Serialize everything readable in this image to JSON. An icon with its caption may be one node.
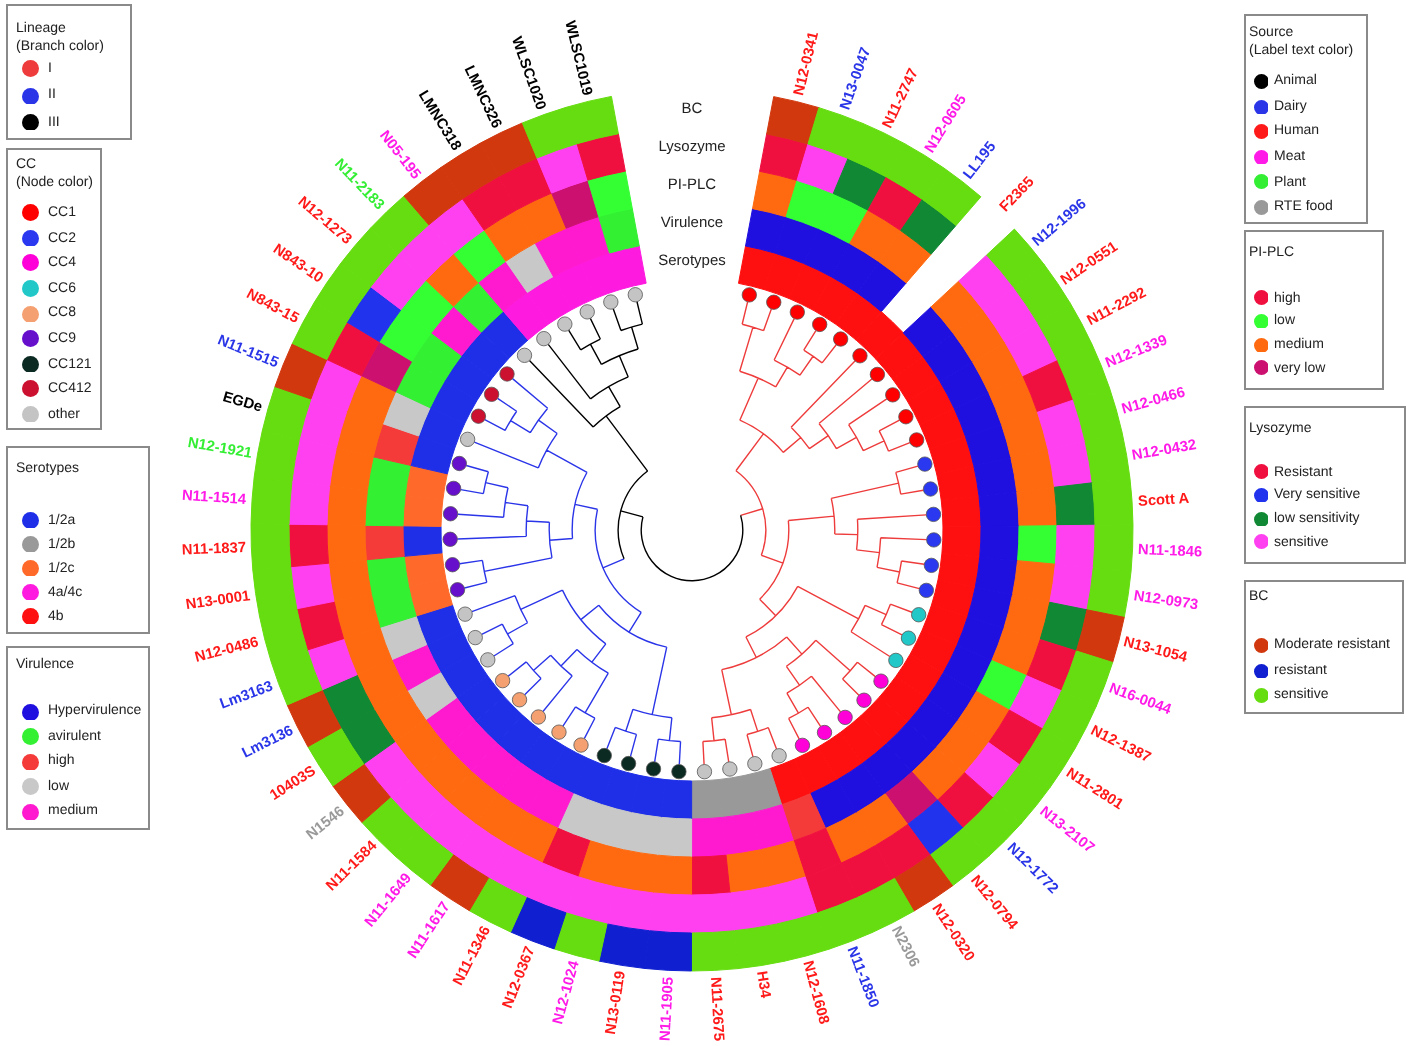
{
  "diagram": {
    "nodes": [
      {
        "text": [
          "Lineage",
          "(Branch color)"
        ]
      },
      {
        "text": [
          "CC",
          "(Node color)"
        ]
      },
      {
        "text": [
          "Serotypes"
        ]
      },
      {
        "text": [
          "Virulence"
        ]
      },
      {
        "text": [
          "Source",
          "(Label text color)"
        ]
      },
      {
        "text": [
          "PI-PLC"
        ]
      },
      {
        "text": [
          "Lysozyme"
        ]
      },
      {
        "text": [
          "BC"
        ]
      }
    ],
    "labels": [
      "BC",
      "Lysozyme",
      "PI-PLC",
      "Virulence",
      "Serotypes",
      "N12-0341",
      "N13-0047",
      "N11-2747",
      "N12-0605",
      "LL195",
      "F2365",
      "N12-1996",
      "N12-0551",
      "N11-2292",
      "N12-1339",
      "N12-0466",
      "N12-0432",
      "Scott A",
      "N11-1846",
      "N12-0973",
      "N13-1054",
      "N16-0044",
      "N12-1387",
      "N11-2801",
      "N13-2107",
      "N12-1772",
      "N12-0794",
      "N12-0320",
      "N2306",
      "N11-1850",
      "N12-1608",
      "H34",
      "N11-2675",
      "N11-1905",
      "N13-0119",
      "N12-1024",
      "N12-0367",
      "N11-1346",
      "N11-1617",
      "N11-1649",
      "N11-1584",
      "N1546",
      "10403S",
      "Lm3136",
      "Lm3163",
      "N12-0486",
      "N13-0001",
      "N11-1837",
      "N11-1514",
      "N12-1921",
      "EGDe",
      "N11-1515",
      "N843-15",
      "N843-10",
      "N12-1273",
      "N11-2183",
      "N05-195",
      "LMNC318",
      "LMNC326",
      "WLSC1020",
      "WLSC1019"
    ],
    "legend": [
      {
        "text": "I",
        "color": "#ee3b3b"
      },
      {
        "text": "II",
        "color": "#2b35e8"
      },
      {
        "text": "III",
        "color": "#000000"
      },
      {
        "text": "CC1",
        "color": "#ff0000"
      },
      {
        "text": "CC2",
        "color": "#2a38f0"
      },
      {
        "text": "CC4",
        "color": "#ff00d8"
      },
      {
        "text": "CC6",
        "color": "#22c8c8"
      },
      {
        "text": "CC8",
        "color": "#f4a070"
      },
      {
        "text": "CC9",
        "color": "#6610cc"
      },
      {
        "text": "CC121",
        "color": "#0b2a22"
      },
      {
        "text": "CC412",
        "color": "#cc1030"
      },
      {
        "text": "other",
        "color": "#c4c4c4"
      },
      {
        "text": "1/2a",
        "color": "#1f2fe8"
      },
      {
        "text": "1/2b",
        "color": "#999999"
      },
      {
        "text": "1/2c",
        "color": "#ff6a2a"
      },
      {
        "text": "4a/4c",
        "color": "#ff1ae0"
      },
      {
        "text": "4b",
        "color": "#ff1010"
      },
      {
        "text": "Hypervirulence",
        "color": "#2010e0"
      },
      {
        "text": "avirulent",
        "color": "#33f033"
      },
      {
        "text": "high",
        "color": "#f53a3a"
      },
      {
        "text": "low",
        "color": "#c8c8c8"
      },
      {
        "text": "medium",
        "color": "#ff1ad0"
      },
      {
        "text": "Animal",
        "color": "#000000"
      },
      {
        "text": "Dairy",
        "color": "#2a35e8"
      },
      {
        "text": "Human",
        "color": "#ff1a1a"
      },
      {
        "text": "Meat",
        "color": "#ff1ae8"
      },
      {
        "text": "Plant",
        "color": "#33ee33"
      },
      {
        "text": "RTE food",
        "color": "#999999"
      },
      {
        "text": "high",
        "color": "#f01040"
      },
      {
        "text": "low",
        "color": "#33ff33"
      },
      {
        "text": "medium",
        "color": "#ff6a10"
      },
      {
        "text": "very low",
        "color": "#cc1070"
      },
      {
        "text": "Resistant",
        "color": "#f01040"
      },
      {
        "text": "Very sensitive",
        "color": "#2233ee"
      },
      {
        "text": "low sensitivity",
        "color": "#118833"
      },
      {
        "text": "sensitive",
        "color": "#ff40f0"
      },
      {
        "text": "Moderate resistant",
        "color": "#d2380e"
      },
      {
        "text": "resistant",
        "color": "#1020d0"
      },
      {
        "text": "sensitive",
        "color": "#66dd10"
      }
    ]
  }
}
